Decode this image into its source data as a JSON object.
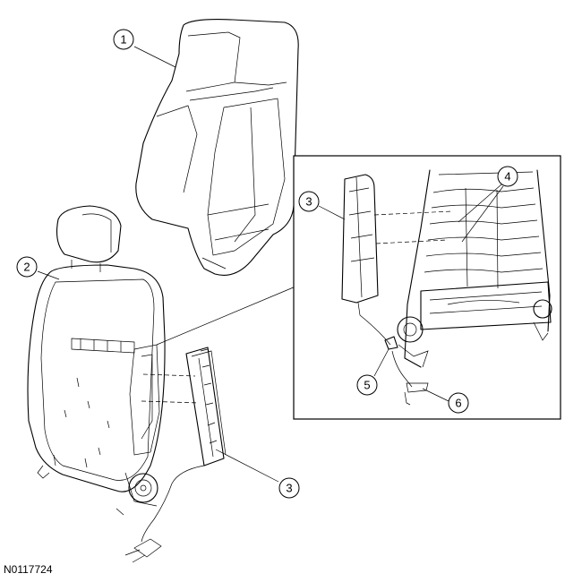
{
  "figure": {
    "reference_code": "N0117724",
    "callouts": [
      {
        "id": "c1",
        "label": "1"
      },
      {
        "id": "c2",
        "label": "2"
      },
      {
        "id": "c3a",
        "label": "3"
      },
      {
        "id": "c3b",
        "label": "3"
      },
      {
        "id": "c4",
        "label": "4"
      },
      {
        "id": "c5",
        "label": "5"
      },
      {
        "id": "c6",
        "label": "6"
      }
    ]
  }
}
